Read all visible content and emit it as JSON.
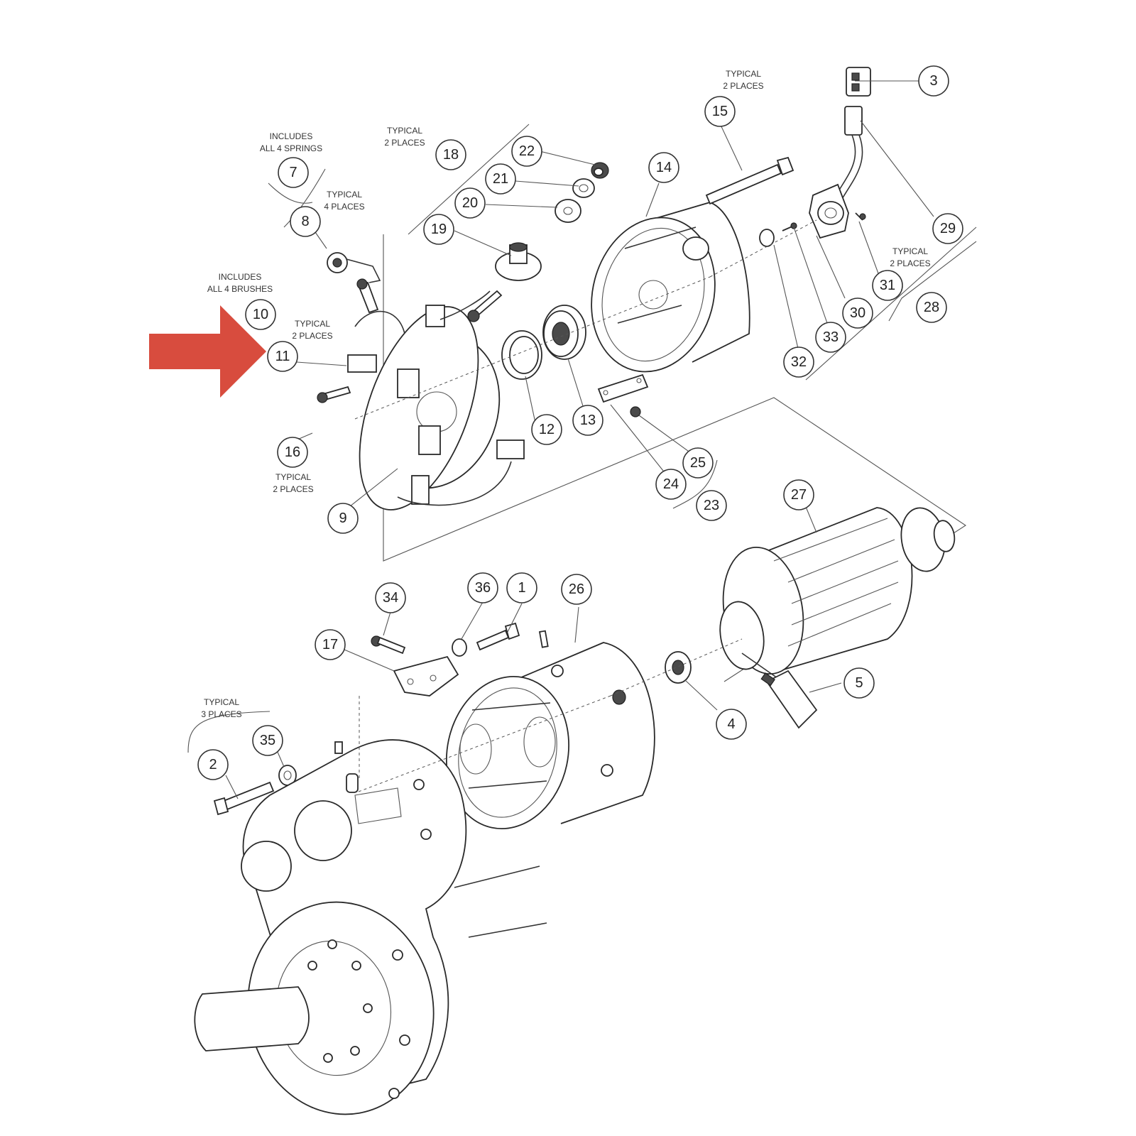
{
  "callouts": [
    {
      "id": "c1",
      "label": "1"
    },
    {
      "id": "c2",
      "label": "2"
    },
    {
      "id": "c3",
      "label": "3"
    },
    {
      "id": "c4",
      "label": "4"
    },
    {
      "id": "c5",
      "label": "5"
    },
    {
      "id": "c7",
      "label": "7"
    },
    {
      "id": "c8",
      "label": "8"
    },
    {
      "id": "c9",
      "label": "9"
    },
    {
      "id": "c10",
      "label": "10"
    },
    {
      "id": "c11",
      "label": "11"
    },
    {
      "id": "c12",
      "label": "12"
    },
    {
      "id": "c13",
      "label": "13"
    },
    {
      "id": "c14",
      "label": "14"
    },
    {
      "id": "c15",
      "label": "15"
    },
    {
      "id": "c16",
      "label": "16"
    },
    {
      "id": "c17",
      "label": "17"
    },
    {
      "id": "c18",
      "label": "18"
    },
    {
      "id": "c19",
      "label": "19"
    },
    {
      "id": "c20",
      "label": "20"
    },
    {
      "id": "c21",
      "label": "21"
    },
    {
      "id": "c22",
      "label": "22"
    },
    {
      "id": "c23",
      "label": "23"
    },
    {
      "id": "c24",
      "label": "24"
    },
    {
      "id": "c25",
      "label": "25"
    },
    {
      "id": "c26",
      "label": "26"
    },
    {
      "id": "c27",
      "label": "27"
    },
    {
      "id": "c28",
      "label": "28"
    },
    {
      "id": "c29",
      "label": "29"
    },
    {
      "id": "c30",
      "label": "30"
    },
    {
      "id": "c31",
      "label": "31"
    },
    {
      "id": "c32",
      "label": "32"
    },
    {
      "id": "c33",
      "label": "33"
    },
    {
      "id": "c34",
      "label": "34"
    },
    {
      "id": "c35",
      "label": "35"
    },
    {
      "id": "c36",
      "label": "36"
    }
  ],
  "notes": {
    "typical_2_places_15": [
      "TYPICAL",
      "2 PLACES"
    ],
    "typical_2_places_18": [
      "TYPICAL",
      "2 PLACES"
    ],
    "includes_springs": [
      "INCLUDES",
      "ALL 4 SPRINGS"
    ],
    "typical_4_places": [
      "TYPICAL",
      "4 PLACES"
    ],
    "includes_brushes": [
      "INCLUDES",
      "ALL 4 BRUSHES"
    ],
    "typical_2_places_11": [
      "TYPICAL",
      "2 PLACES"
    ],
    "typical_2_places_16": [
      "TYPICAL",
      "2 PLACES"
    ],
    "typical_2_places_31": [
      "TYPICAL",
      "2 PLACES"
    ],
    "typical_3_places": [
      "TYPICAL",
      "3 PLACES"
    ]
  },
  "highlight_arrow": {
    "color": "#d84c3e",
    "points_to": "11"
  },
  "icons": {
    "pointer": "right-arrow-icon"
  }
}
